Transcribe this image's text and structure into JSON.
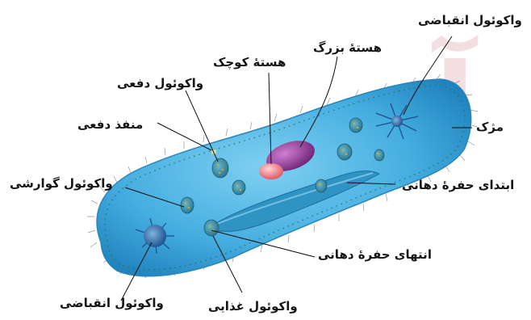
{
  "diagram": {
    "watermark": "آ",
    "labels": {
      "contractile_vacuole_top": "واکوئول انقباضی",
      "macronucleus": "هستهٔ بزرگ",
      "micronucleus": "هستهٔ کوچک",
      "excretory_vacuole": "واکوئول دفعی",
      "excretory_pore": "منفذ دفعی",
      "cilia": "مژک",
      "food_vacuole_digestive": "واکوئول گوارشی",
      "oral_groove_start": "ابتدای حفرهٔ دهانی",
      "oral_groove_end": "انتهای حفرهٔ دهانی",
      "contractile_vacuole_bottom": "واکوئول انقباضی",
      "food_vacuole": "واکوئول غذایی"
    },
    "colors": {
      "body": "#3ea9dc",
      "body_dark": "#1c7fb6",
      "macronucleus": "#8a3c8e",
      "micronucleus": "#f07d84",
      "vacuole": "#4d8db8"
    }
  }
}
